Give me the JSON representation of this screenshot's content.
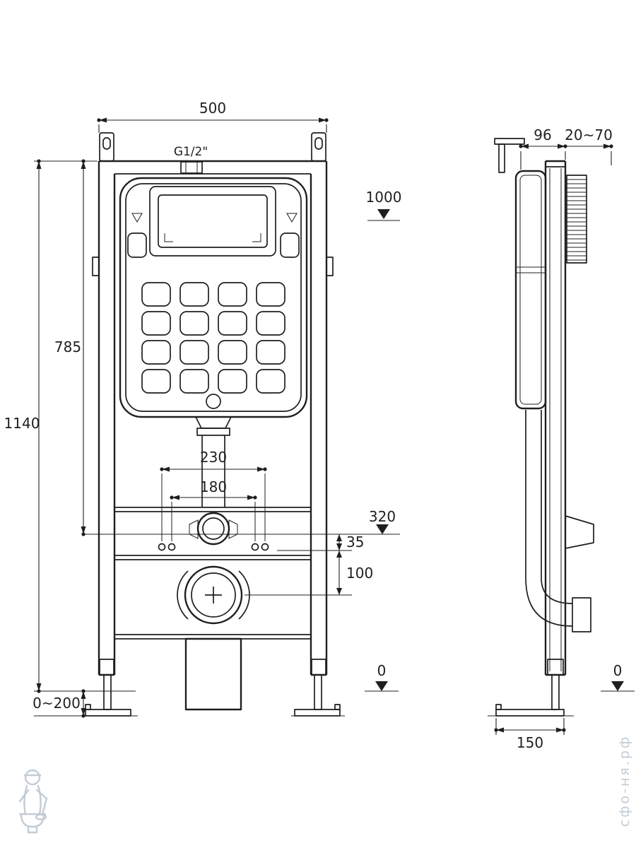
{
  "front_view": {
    "dim_width": "500",
    "thread": "G1/2\"",
    "level_top": "1000",
    "dim_frame_height": "785",
    "dim_total_height": "1140",
    "dim_bolt_spacing_outer": "230",
    "dim_bolt_spacing_inner": "180",
    "level_outlet": "320",
    "dim_offset_small": "35",
    "dim_offset_large": "100",
    "dim_feet_range": "0~200",
    "level_floor": "0"
  },
  "side_view": {
    "dim_depth": "96",
    "dim_wall_gap": "20~70",
    "dim_base_depth": "150",
    "level_floor": "0"
  },
  "watermark": {
    "logo_icon": "plumber-icon",
    "site": "сфо-ня.рф"
  },
  "colors": {
    "line": "#1f1f1f",
    "watermark": "#c3ccd4",
    "background": "#ffffff"
  }
}
